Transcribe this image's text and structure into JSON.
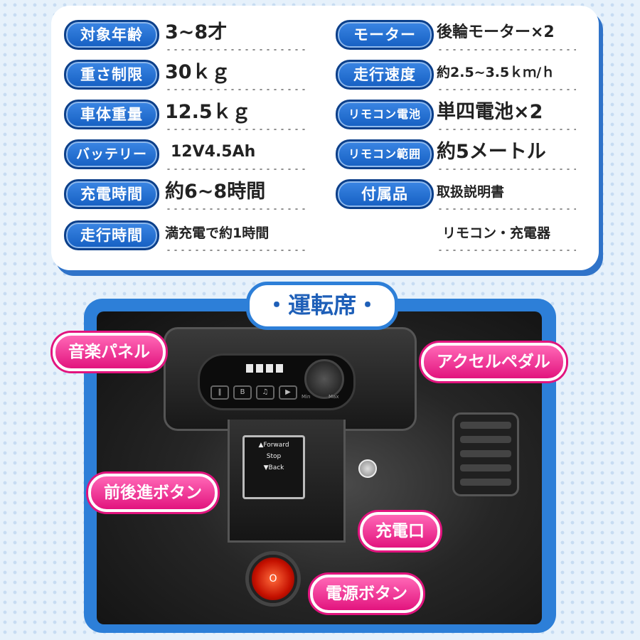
{
  "specs_left": [
    {
      "label": "対象年齢",
      "value": "3~8才"
    },
    {
      "label": "重さ制限",
      "value": "30ｋｇ"
    },
    {
      "label": "車体重量",
      "value": "12.5ｋｇ"
    },
    {
      "label": "バッテリー",
      "value": "12V4.5Ah"
    },
    {
      "label": "充電時間",
      "value": "約6~8時間"
    },
    {
      "label": "走行時間",
      "value": "満充電で約1時間"
    }
  ],
  "specs_right": [
    {
      "label": "モーター",
      "value": "後輪モーター×2"
    },
    {
      "label": "走行速度",
      "value": "約2.5~3.5ｋｍ/ｈ"
    },
    {
      "label": "リモコン電池",
      "value": "単四電池×2"
    },
    {
      "label": "リモコン範囲",
      "value": "約5メートル"
    },
    {
      "label": "付属品",
      "value": "取扱説明書",
      "value2": "リモコン・充電器"
    }
  ],
  "section_title": "・運転席・",
  "callouts": {
    "music_panel": "音楽パネル",
    "accelerator": "アクセルペダル",
    "direction_button": "前後進ボタン",
    "charging_port": "充電口",
    "power_button": "電源ボタン"
  },
  "switch_labels": {
    "forward": "▲Forward",
    "stop": "Stop",
    "back": "▼Back"
  },
  "knob_labels": {
    "min": "Min",
    "max": "Max"
  },
  "power_symbol": "O",
  "colors": {
    "accent_blue": "#2d7fd8",
    "callout_pink": "#e2147e"
  }
}
